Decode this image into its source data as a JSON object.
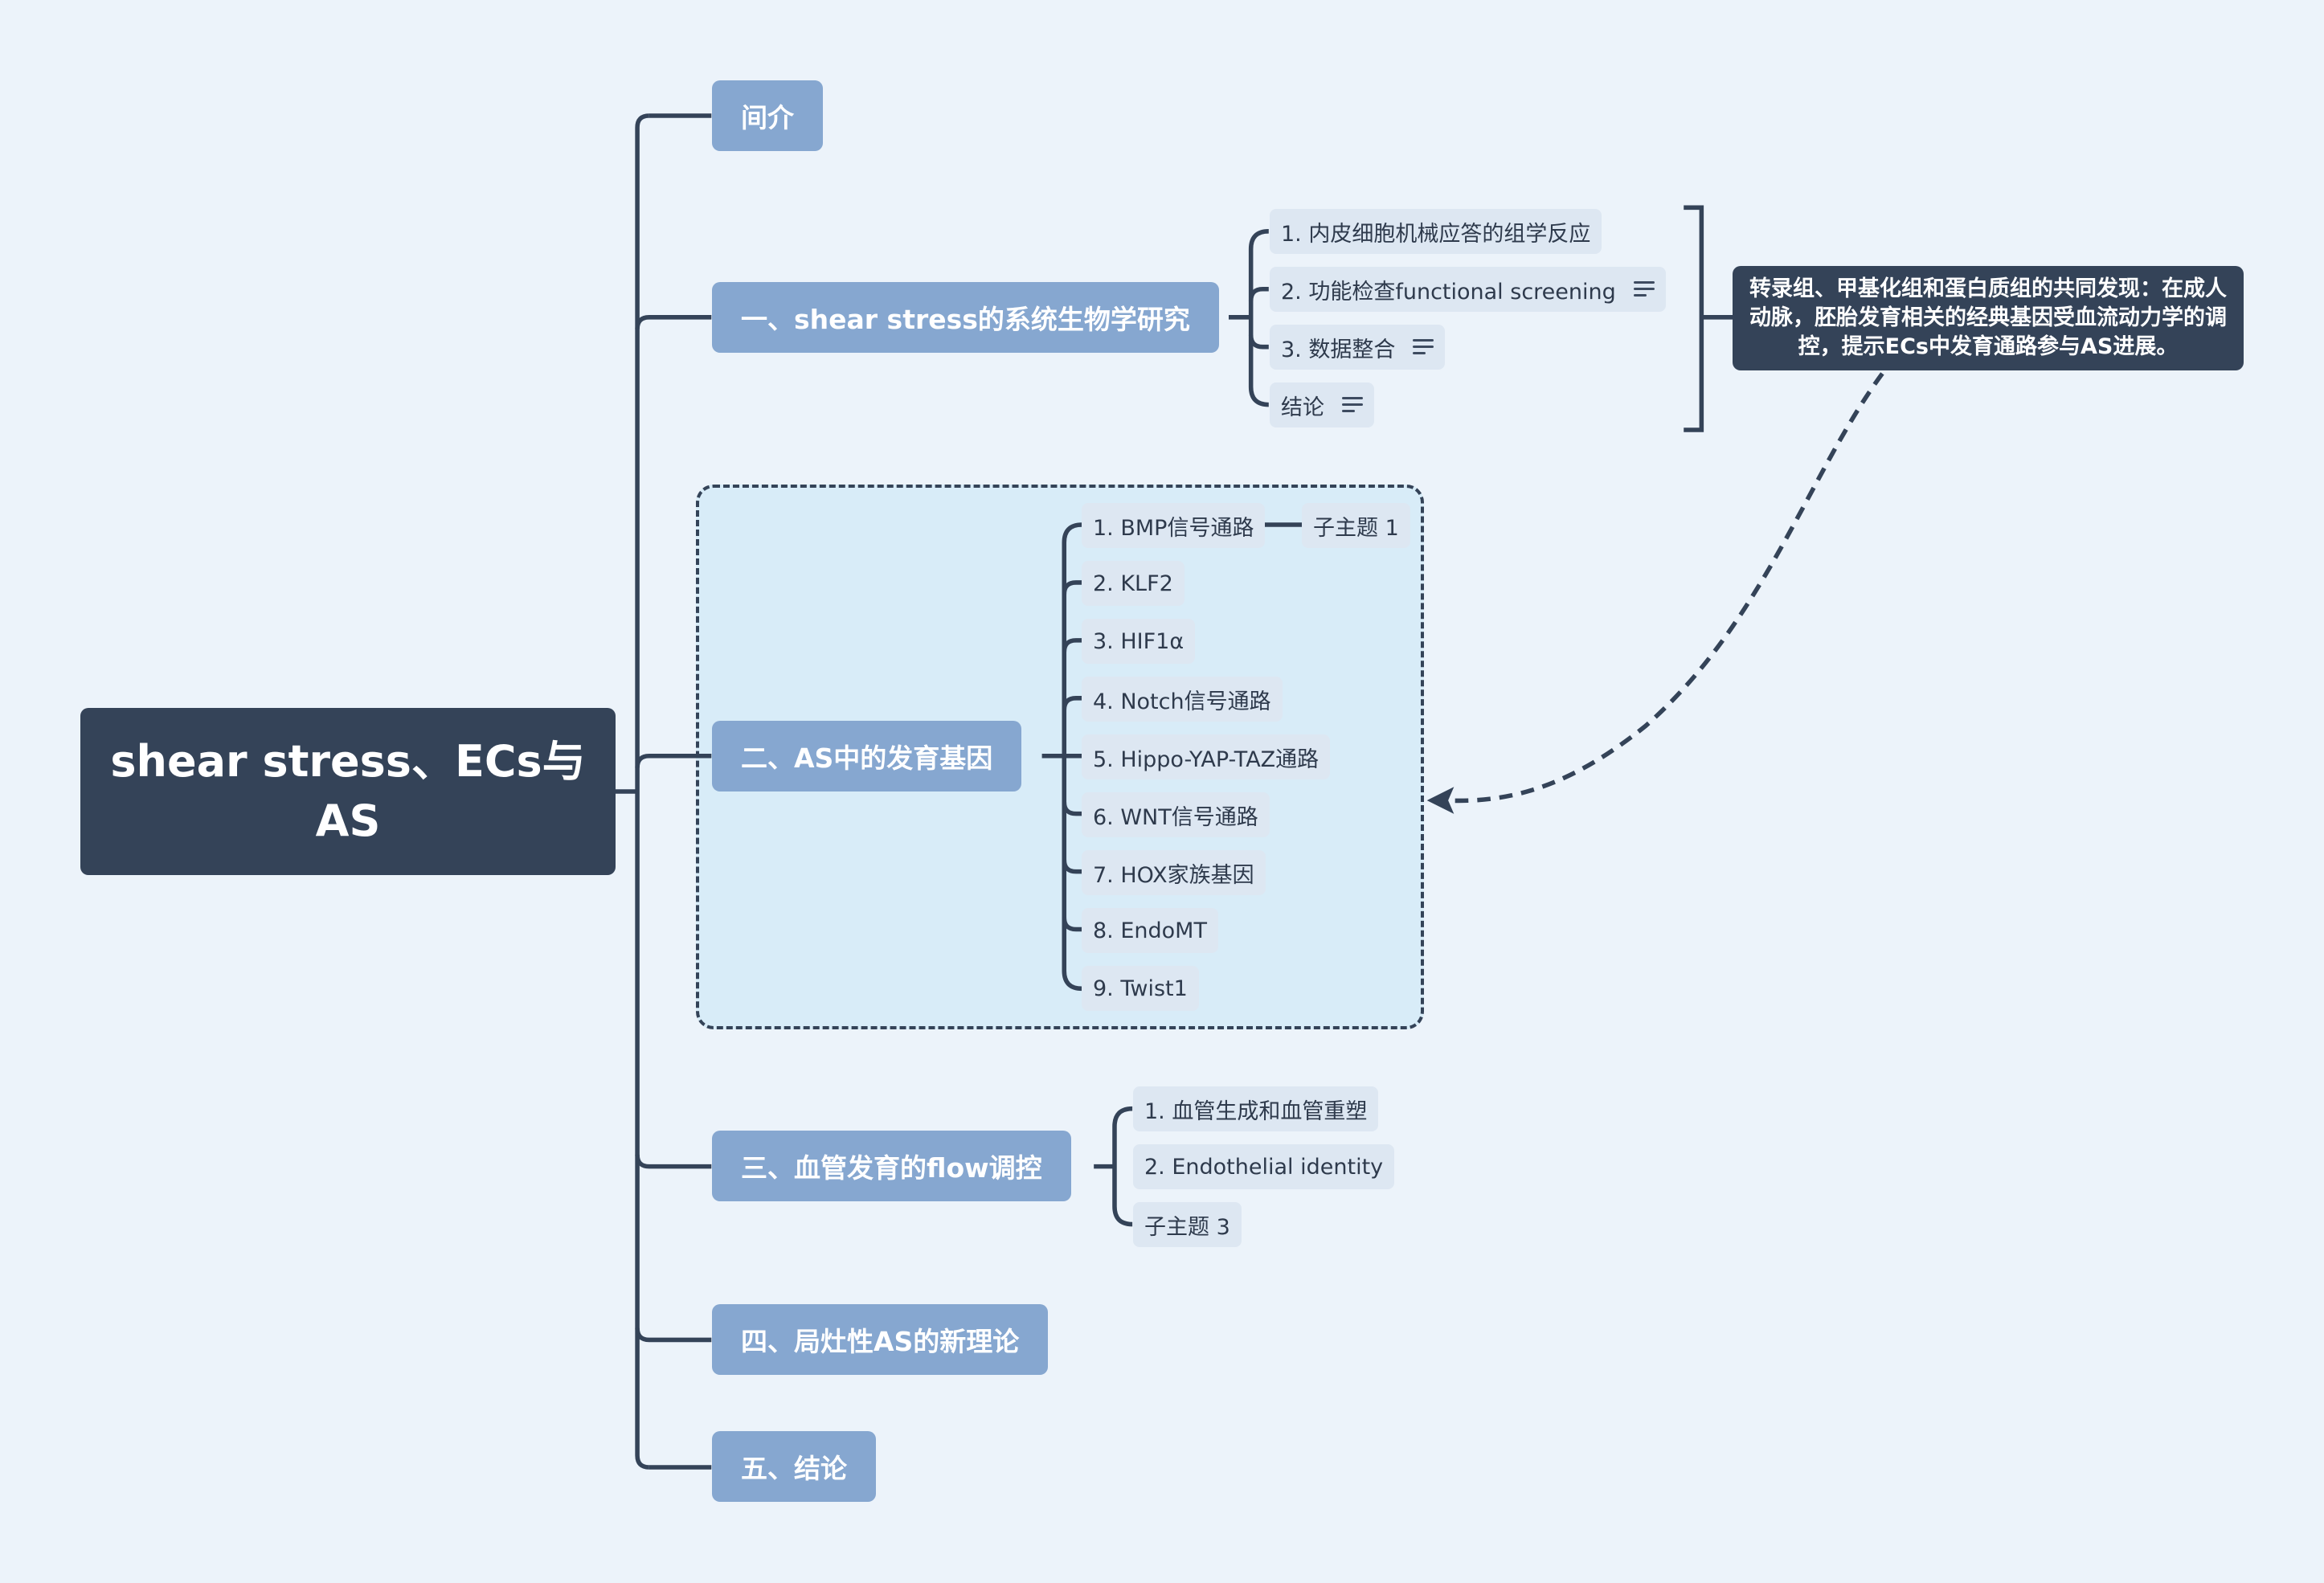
{
  "root": {
    "label": "shear stress、ECs与AS"
  },
  "topics": [
    {
      "label": "间介"
    },
    {
      "label": "一、shear stress的系统生物学研究",
      "children": [
        {
          "label": "1. 内皮细胞机械应答的组学反应",
          "has_note": false
        },
        {
          "label": "2. 功能检查functional screening",
          "has_note": true
        },
        {
          "label": "3. 数据整合",
          "has_note": true
        },
        {
          "label": "结论",
          "has_note": true
        }
      ],
      "summary": "转录组、甲基化组和蛋白质组的共同发现：在成人动脉，胚胎发育相关的经典基因受血流动力学的调控，提示ECs中发育通路参与AS进展。"
    },
    {
      "label": "二、AS中的发育基因",
      "children": [
        {
          "label": "1. BMP信号通路",
          "child": "子主题 1"
        },
        {
          "label": "2. KLF2"
        },
        {
          "label": "3. HIF1α"
        },
        {
          "label": "4. Notch信号通路"
        },
        {
          "label": "5. Hippo-YAP-TAZ通路"
        },
        {
          "label": "6. WNT信号通路"
        },
        {
          "label": "7. HOX家族基因"
        },
        {
          "label": "8. EndoMT"
        },
        {
          "label": "9. Twist1"
        }
      ]
    },
    {
      "label": "三、血管发育的flow调控",
      "children": [
        {
          "label": "1. 血管生成和血管重塑"
        },
        {
          "label": "2. Endothelial identity"
        },
        {
          "label": "子主题 3"
        }
      ]
    },
    {
      "label": "四、局灶性AS的新理论"
    },
    {
      "label": "五、结论"
    }
  ],
  "colors": {
    "background": "#ecf3fa",
    "root": "#344358",
    "main_topic": "#86a7d0",
    "subtopic": "#dde7f2",
    "boundary_fill": "#d8ecf8",
    "line": "#344358"
  },
  "icons": {
    "note": "note-lines-icon",
    "arrow": "dashed-relationship-arrow"
  }
}
